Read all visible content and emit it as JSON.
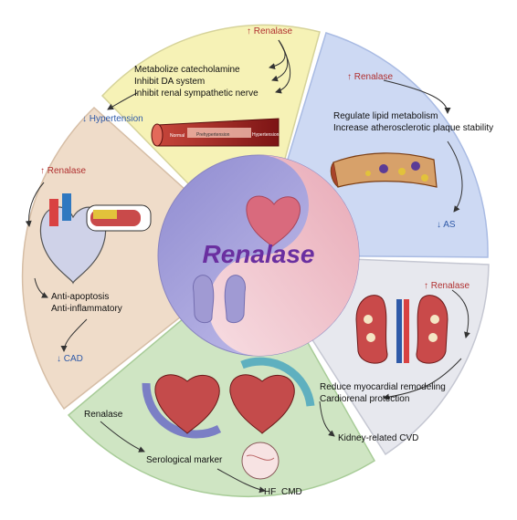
{
  "center": {
    "title": "Renalase"
  },
  "colors": {
    "up_label": "#b03030",
    "down_label": "#2f5aa8",
    "center_title": "#6a2fa0",
    "hypertension_bg": "#f6f2b6",
    "as_bg": "#cdd9f3",
    "kidney_bg": "#e7e8ee",
    "hf_bg": "#cfe5c3",
    "cad_bg": "#efdcc9"
  },
  "segments": {
    "hypertension": {
      "up": "↑ Renalase",
      "lines": [
        "Metabolize catecholamine",
        "Inhibit DA system",
        "Inhibit renal sympathetic nerve"
      ],
      "result": "↓ Hypertension",
      "vessel_labels": [
        "Normal",
        "Prehypertension",
        "Hypertension"
      ]
    },
    "as": {
      "up": "↑ Renalase",
      "lines": [
        "Regulate lipid metabolism",
        "Increase atherosclerotic plaque stability"
      ],
      "result": "↓ AS"
    },
    "kidney": {
      "up": "↑ Renalase",
      "lines": [
        "Reduce myocardial remodeling",
        "Cardiorenal protection"
      ],
      "result": "Kidney-related CVD"
    },
    "hf": {
      "label": "Renalase",
      "marker": "Serological marker",
      "results": [
        "HF",
        "CMD"
      ]
    },
    "cad": {
      "up": "↑ Renalase",
      "lines": [
        "Anti-apoptosis",
        "Anti-inflammatory"
      ],
      "result": "↓ CAD"
    }
  }
}
